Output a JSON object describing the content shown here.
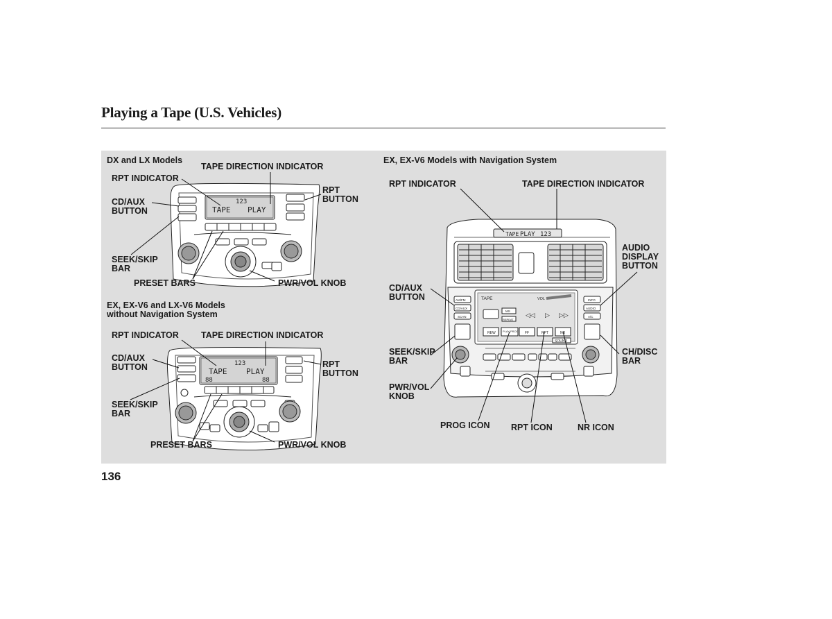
{
  "page": {
    "title": "Playing a Tape (U.S. Vehicles)",
    "page_number": "136"
  },
  "dx_lx": {
    "heading": "DX and LX Models",
    "rpt_indicator": "RPT INDICATOR",
    "tape_direction_indicator": "TAPE DIRECTION INDICATOR",
    "cd_aux_button": "CD/AUX\nBUTTON",
    "rpt_button": "RPT\nBUTTON",
    "seek_skip_bar": "SEEK/SKIP\nBAR",
    "preset_bars": "PRESET BARS",
    "pwr_vol_knob": "PWR/VOL KNOB",
    "display_mode": "TAPE",
    "display_status": "PLAY",
    "display_track": "123"
  },
  "ex_no_nav": {
    "heading": "EX, EX-V6 and LX-V6 Models\nwithout Navigation System",
    "rpt_indicator": "RPT INDICATOR",
    "tape_direction_indicator": "TAPE DIRECTION INDICATOR",
    "cd_aux_button": "CD/AUX\nBUTTON",
    "rpt_button": "RPT\nBUTTON",
    "seek_skip_bar": "SEEK/SKIP\nBAR",
    "preset_bars": "PRESET BARS",
    "pwr_vol_knob": "PWR/VOL KNOB",
    "display_mode": "TAPE",
    "display_status": "PLAY",
    "display_track": "123",
    "display_temp_left": "88",
    "display_temp_right": "88"
  },
  "ex_nav": {
    "heading": "EX, EX-V6 Models with Navigation System",
    "rpt_indicator": "RPT INDICATOR",
    "tape_direction_indicator": "TAPE DIRECTION INDICATOR",
    "audio_display_button": "AUDIO\nDISPLAY\nBUTTON",
    "cd_aux_button": "CD/AUX\nBUTTON",
    "seek_skip_bar": "SEEK/SKIP\nBAR",
    "ch_disc_bar": "CH/DISC\nBAR",
    "pwr_vol_knob": "PWR/VOL\nKNOB",
    "prog_icon": "PROG ICON",
    "rpt_icon": "RPT ICON",
    "nr_icon": "NR ICON",
    "top_display_mode": "TAPE",
    "top_display_status": "PLAY",
    "top_display_track": "123",
    "screen_mode": "TAPE",
    "screen_vol": "VOL",
    "screen_ms": "MS",
    "screen_repeat": "REPEAT",
    "screen_buttons": [
      "REW",
      "PLAY PROG",
      "FF",
      "RPT",
      "NR"
    ],
    "screen_sound": "SOUND",
    "left_buttons": [
      "AM/FM",
      "CD/AUX",
      "SCAN"
    ],
    "right_buttons": [
      "INFO",
      "AUDIO",
      "A/C"
    ]
  }
}
